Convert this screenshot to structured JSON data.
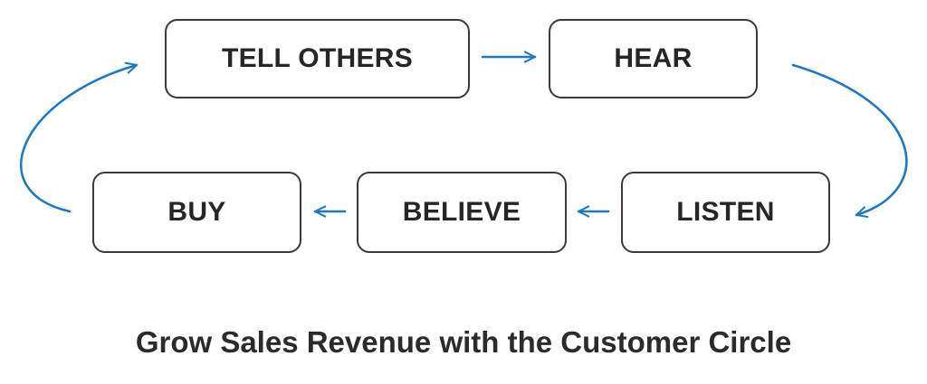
{
  "diagram": {
    "nodes": {
      "tell_others": "TELL OTHERS",
      "hear": "HEAR",
      "listen": "LISTEN",
      "believe": "BELIEVE",
      "buy": "BUY"
    },
    "caption": "Grow Sales Revenue with the Customer Circle",
    "arrow_color": "#1f78c1",
    "border_color": "#3a3a3a"
  }
}
